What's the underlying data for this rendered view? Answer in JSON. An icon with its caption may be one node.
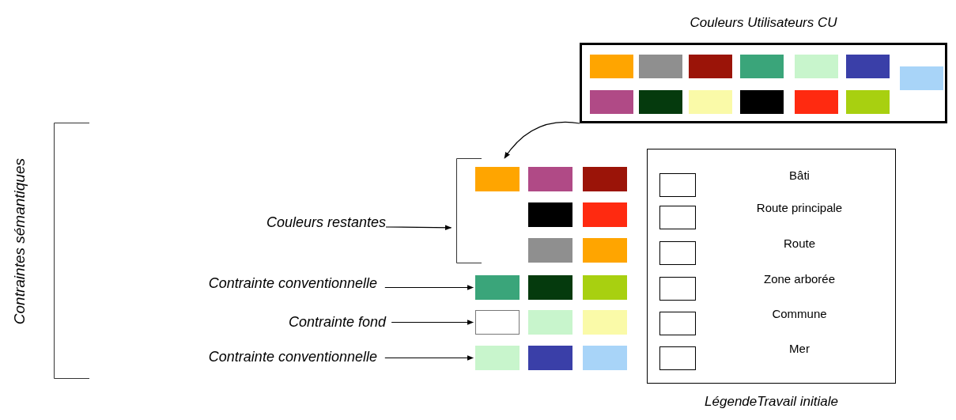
{
  "diagram": {
    "nodes": [
      {
        "text": [
          "Couleurs Utilisateurs CU"
        ]
      },
      {
        "text": [],
        "shape": "box",
        "in": 0
      },
      {
        "text": [],
        "shape": "box",
        "in": 0
      },
      {
        "text": [],
        "shape": "box",
        "in": 0
      },
      {
        "text": [],
        "shape": "box",
        "in": 0
      },
      {
        "text": [],
        "shape": "box",
        "in": 0
      },
      {
        "text": [],
        "shape": "box",
        "in": 0
      },
      {
        "text": [],
        "shape": "box",
        "in": 0
      },
      {
        "text": [],
        "shape": "box",
        "in": 0
      },
      {
        "text": [],
        "shape": "box",
        "in": 0
      },
      {
        "text": [],
        "shape": "box",
        "in": 0
      },
      {
        "text": [],
        "shape": "box",
        "in": 0
      },
      {
        "text": [],
        "shape": "box",
        "in": 0
      },
      {
        "text": [],
        "shape": "box",
        "in": 0
      },
      {
        "text": [],
        "shape": "bracket"
      },
      {
        "text": [],
        "shape": "box",
        "in": 14
      },
      {
        "text": [],
        "shape": "box",
        "in": 14
      },
      {
        "text": [],
        "shape": "box",
        "in": 14
      },
      {
        "text": [],
        "shape": "box",
        "in": 14
      },
      {
        "text": [],
        "shape": "box",
        "in": 14
      },
      {
        "text": [],
        "shape": "box",
        "in": 14
      },
      {
        "text": [],
        "shape": "box",
        "in": 14
      },
      {
        "text": [
          "LégendeTravail initiale"
        ]
      },
      {
        "text": [
          "Couleurs restantes"
        ]
      },
      {
        "text": [
          "Contrainte conventionnelle"
        ]
      },
      {
        "text": [],
        "shape": "box"
      },
      {
        "text": [],
        "shape": "box"
      },
      {
        "text": [],
        "shape": "box"
      },
      {
        "text": [
          "Contrainte fond"
        ]
      },
      {
        "text": [],
        "shape": "box"
      },
      {
        "text": [],
        "shape": "box"
      },
      {
        "text": [],
        "shape": "box"
      },
      {
        "text": [
          "Contrainte conventionnelle"
        ]
      },
      {
        "text": [],
        "shape": "box"
      },
      {
        "text": [],
        "shape": "box"
      },
      {
        "text": [],
        "shape": "box"
      }
    ],
    "edges": [
      {
        "from": 0,
        "to": 14,
        "arrow": "to"
      },
      {
        "from": 23,
        "to": 14,
        "arrow": "to"
      },
      {
        "from": 24,
        "to": 25,
        "arrow": "to"
      },
      {
        "from": 28,
        "to": 29,
        "arrow": "to"
      },
      {
        "from": 32,
        "to": 33,
        "arrow": "to"
      }
    ],
    "labels": [
      "Contraintes sémantiques"
    ],
    "legend": [
      {
        "text": "Bâti"
      },
      {
        "text": "Route principale"
      },
      {
        "text": "Route"
      },
      {
        "text": "Zone arborée"
      },
      {
        "text": "Commune"
      },
      {
        "text": "Mer"
      }
    ]
  }
}
